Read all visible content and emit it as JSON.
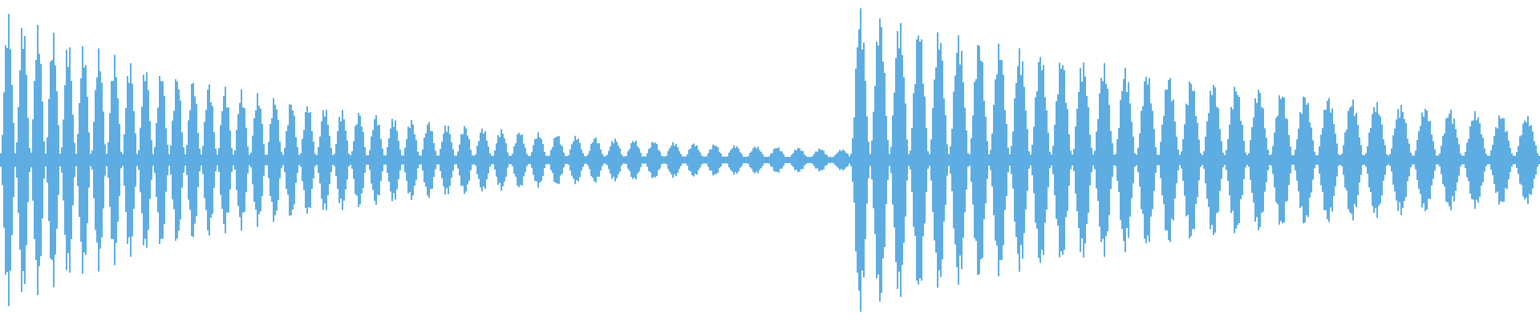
{
  "waveform": {
    "color": "#5DADE2",
    "background": "#FFFFFF",
    "duration_s": 2.0,
    "events": [
      {
        "label": "",
        "start_s": 0.0,
        "peak": 0.98,
        "decay": 2.5,
        "freq_hz": 52,
        "floor": 0.11
      },
      {
        "label": "",
        "start_s": 1.104,
        "peak": 1.0,
        "decay": 1.45,
        "freq_hz": 40,
        "floor": 0.1
      }
    ]
  }
}
